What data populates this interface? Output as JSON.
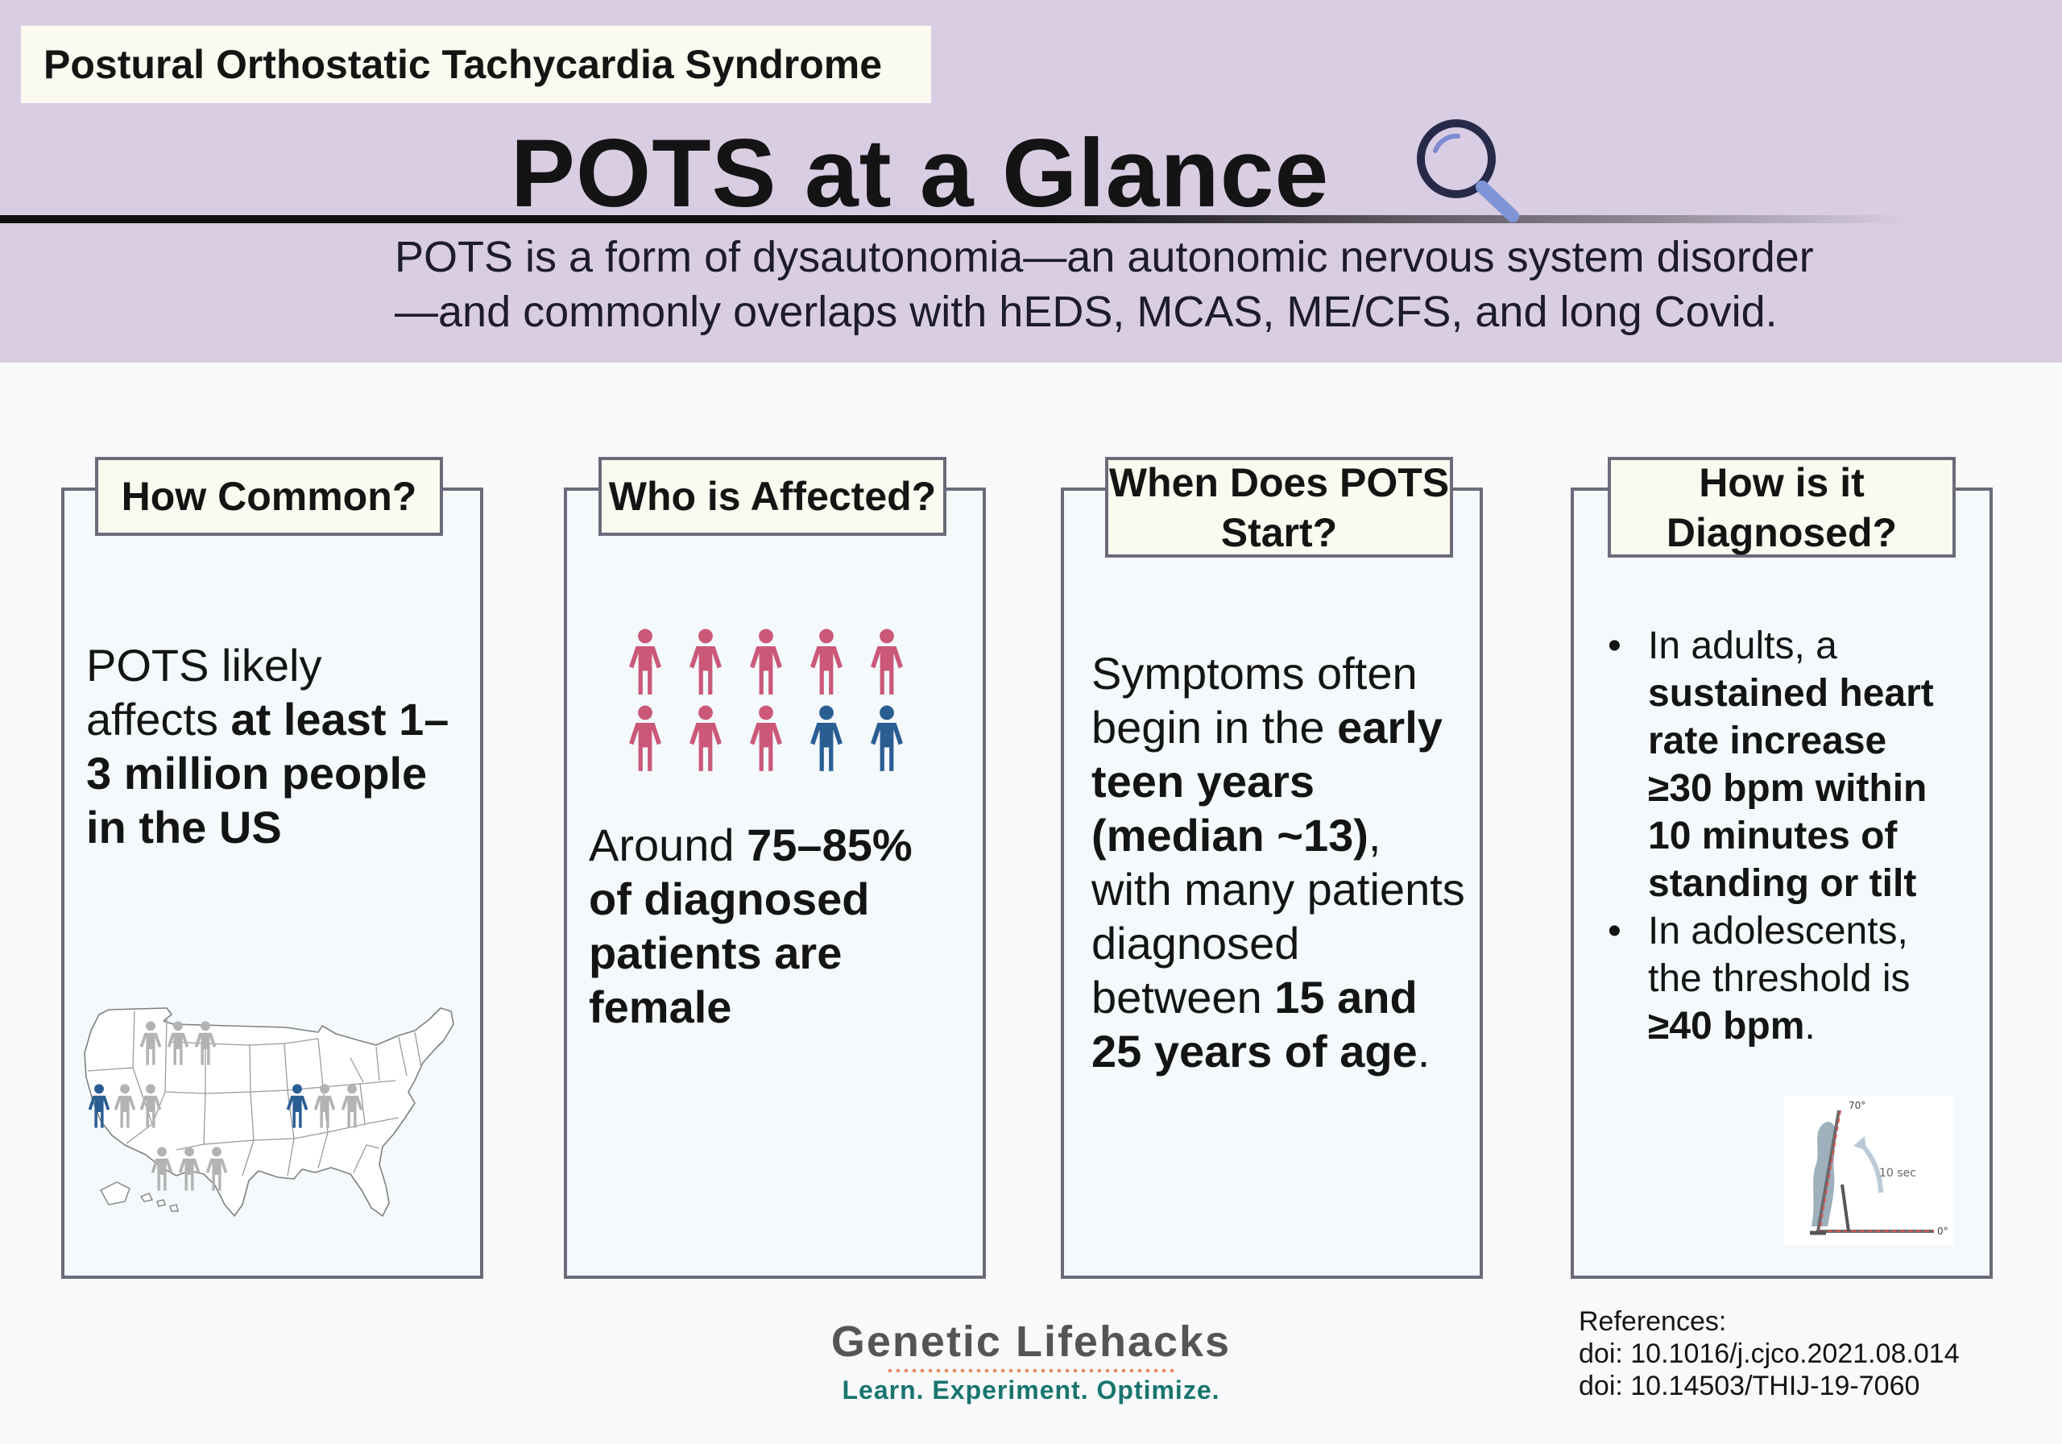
{
  "header": {
    "subject": "Postural Orthostatic Tachycardia Syndrome",
    "title": "POTS at a Glance",
    "intro_line1": "POTS is a form of dysautonomia—an autonomic nervous system disorder",
    "intro_line2": "—and commonly overlaps with hEDS, MCAS, ME/CFS, and long Covid."
  },
  "cards": [
    {
      "heading": "How Common?",
      "t1": "POTS likely affects ",
      "b1": "at least 1–3 million people in the US",
      "illustration": "us-map-with-people-icons"
    },
    {
      "heading": "Who is Affected?",
      "t1": "Around ",
      "b1": "75–85% of diagnosed patients are female",
      "illustration": "people-icon-grid",
      "icon_colors": {
        "female": "#cb5878",
        "male": "#2a5e93"
      }
    },
    {
      "heading_line1": "When Does POTS",
      "heading_line2": "Start?",
      "t1": "Symptoms often begin in the ",
      "b1": "early teen years (median ~13)",
      "t2": ", with many patients diagnosed between ",
      "b2": "15 and 25 years of age",
      "t3": "."
    },
    {
      "heading_line1": "How is it",
      "heading_line2": "Diagnosed?",
      "bullet1_t1": "In adults, a ",
      "bullet1_b1": "sustained heart rate increase ≥30 bpm within 10 minutes of standing or tilt",
      "bullet2_t1": "In adolescents, the threshold is ",
      "bullet2_b1": "≥40 bpm",
      "bullet2_t2": ".",
      "tilt_figure": {
        "angle_top": "70°",
        "duration": "10 sec",
        "angle_bottom": "0°"
      }
    }
  ],
  "brand": {
    "name": "Genetic Lifehacks",
    "tagline": "Learn. Experiment. Optimize."
  },
  "references": {
    "label": "References:",
    "ref1": "doi: 10.1016/j.cjco.2021.08.014",
    "ref2": "doi: 10.14503/THIJ-19-7060"
  },
  "colors": {
    "header_band": "#d9cde3",
    "card_border": "#6c6a7a",
    "card_fill": "#f4f9fc",
    "heading_fill": "#fbfaf0",
    "female_icon": "#cb5878",
    "male_icon": "#2a5e93",
    "neutral_icon": "#b3b3b3",
    "brand_teal": "#17756f"
  },
  "icons": [
    "magnifier-icon",
    "person-icon",
    "us-map",
    "tilt-table-figure"
  ]
}
